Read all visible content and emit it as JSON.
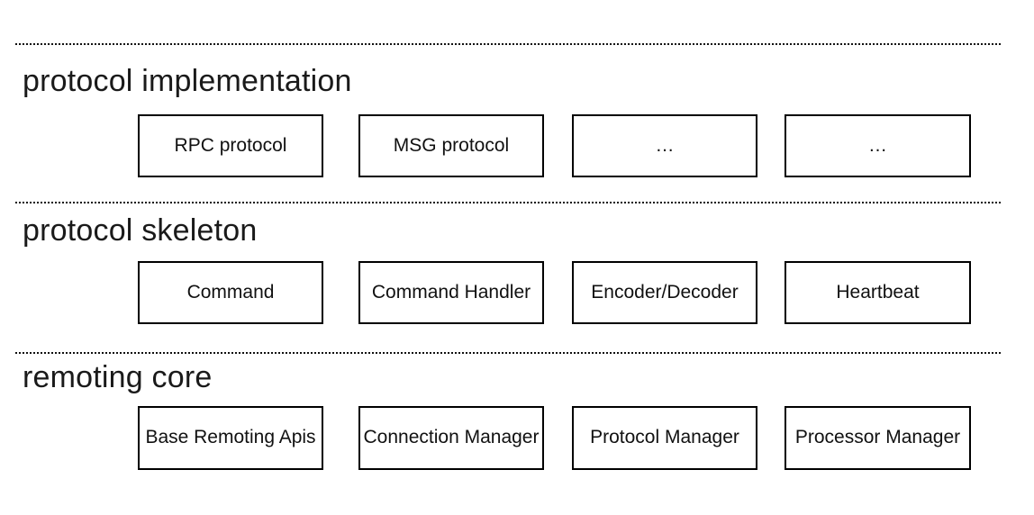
{
  "diagram": {
    "layers": [
      {
        "title": "protocol implementation",
        "boxes": [
          "RPC protocol",
          "MSG protocol",
          "…",
          "…"
        ]
      },
      {
        "title": "protocol skeleton",
        "boxes": [
          "Command",
          "Command Handler",
          "Encoder/Decoder",
          "Heartbeat"
        ]
      },
      {
        "title": "remoting core",
        "boxes": [
          "Base Remoting Apis",
          "Connection Manager",
          "Protocol Manager",
          "Processor Manager"
        ]
      }
    ],
    "colors": {
      "background": "#ffffff",
      "text": "#1a1a1a",
      "box_border": "#000000",
      "divider": "#111111"
    }
  }
}
